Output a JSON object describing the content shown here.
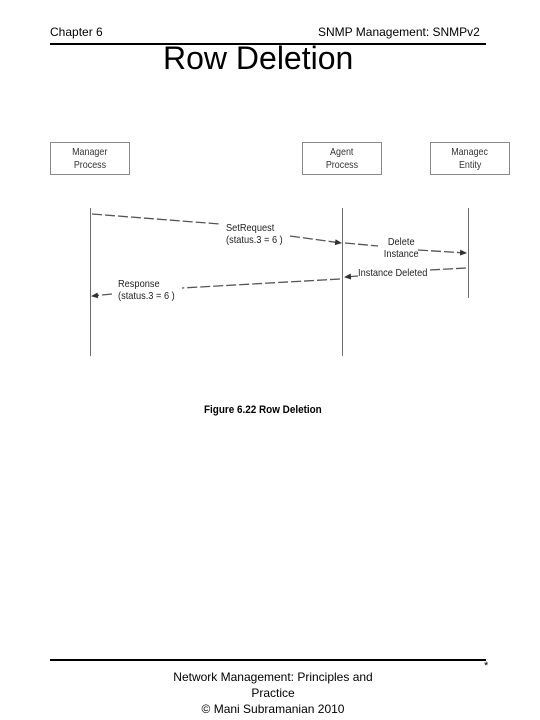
{
  "header": {
    "chapter": "Chapter 6",
    "section": "SNMP Management: SNMPv2"
  },
  "slide": {
    "title": "Row Deletion"
  },
  "diagram": {
    "boxes": {
      "manager": {
        "line1": "Manager",
        "line2": "Process"
      },
      "agent": {
        "line1": "Agent",
        "line2": "Process"
      },
      "entity": {
        "line1": "Managec",
        "line2": "Entity"
      }
    },
    "messages": {
      "set_request": {
        "line1": "SetRequest",
        "line2": "(status.3 = 6 )"
      },
      "delete_instance": {
        "line1": "Delete",
        "line2": "Instance"
      },
      "instance_deleted": "Instance Deleted",
      "response": {
        "line1": "Response",
        "line2": "(status.3 = 6 )"
      }
    },
    "caption": "Figure 6.22 Row Deletion"
  },
  "footer": {
    "line1": "Network Management: Principles and Practice",
    "line2": "© Mani Subramanian 2010",
    "mark": "*"
  }
}
